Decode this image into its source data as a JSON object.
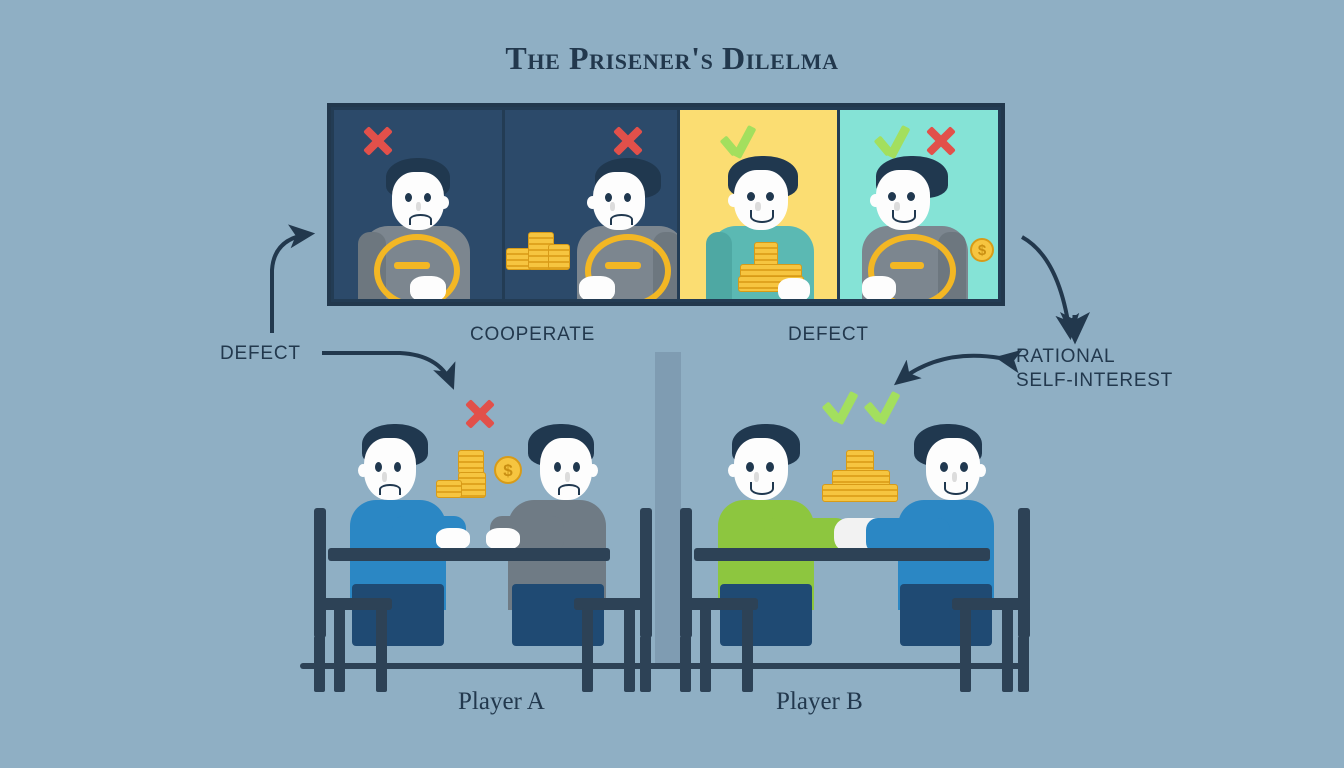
{
  "title": "The Prisener's Dilelma",
  "colors": {
    "background": "#8fafc4",
    "ink": "#22384d",
    "panel_dark": "#2c4a6a",
    "panel_yellow": "#fbdd72",
    "panel_cyan": "#85e3d6",
    "x_red": "#e2504a",
    "check_green": "#a3df5e",
    "coin_gold": "#f6c540",
    "shirt_blue": "#2b87c4",
    "shirt_green": "#8dc63f",
    "shirt_grey": "#6f7b85",
    "divider_grey": "#7f9cb2"
  },
  "filmstrip": {
    "panels": [
      {
        "id": "panel-1",
        "background": "#2c4a6a",
        "marks": [
          "x"
        ],
        "figure": "sad-prisoner-handcuffed",
        "caption_group": "cooperate"
      },
      {
        "id": "panel-2",
        "background": "#2c4a6a",
        "marks": [
          "x"
        ],
        "figure": "sad-prisoner-handcuffed",
        "caption_group": "cooperate"
      },
      {
        "id": "panel-3",
        "background": "#fbdd72",
        "marks": [
          "check"
        ],
        "figure": "happy-person-with-coins",
        "caption_group": "defect"
      },
      {
        "id": "panel-4",
        "background": "#85e3d6",
        "marks": [
          "check",
          "x"
        ],
        "figure": "happy-prisoner-handcuffed",
        "caption_group": "defect"
      }
    ],
    "captions": [
      {
        "name": "cooperate",
        "text": "COOPERATE"
      },
      {
        "name": "defect",
        "text": "DEFECT"
      }
    ]
  },
  "labels": {
    "defect_left": "DEFECT",
    "cooperate": "COOPERATE",
    "defect_right": "DEFECT",
    "rational_line1": "RATIONAL",
    "rational_line2": "SELF-INTEREST",
    "player_a": "Player A",
    "player_b": "Player B"
  },
  "scenes": [
    {
      "id": "scene-defect",
      "label": "Player A",
      "outcome_marks": [
        "x"
      ],
      "left_shirt": "#2b87c4",
      "right_shirt": "#6f7b85",
      "mood": "sad",
      "interaction": "no-handshake",
      "money": [
        "coin-stack",
        "dollar-coin"
      ]
    },
    {
      "id": "scene-cooperate",
      "label": "Player B",
      "outcome_marks": [
        "check",
        "check"
      ],
      "left_shirt": "#8dc63f",
      "right_shirt": "#2b87c4",
      "mood": "happy",
      "interaction": "handshake",
      "money": [
        "coin-stack"
      ]
    }
  ],
  "arrows": [
    {
      "name": "arrow-defect-to-panel1",
      "from": "DEFECT",
      "to": "panel-1",
      "style": "curved-up-right"
    },
    {
      "name": "arrow-defect-to-scene-defect",
      "from": "DEFECT",
      "to": "scene-defect",
      "style": "curved-right-down"
    },
    {
      "name": "arrow-panel4-to-rational",
      "from": "panel-4",
      "to": "RATIONAL SELF-INTEREST",
      "style": "curved-down-right"
    },
    {
      "name": "arrow-rational-down",
      "from": "top",
      "to": "RATIONAL SELF-INTEREST",
      "style": "straight-down"
    },
    {
      "name": "arrow-scene-cooperate-to-rational",
      "from": "scene-cooperate",
      "to": "RATIONAL SELF-INTEREST",
      "style": "double-headed-curve"
    }
  ]
}
